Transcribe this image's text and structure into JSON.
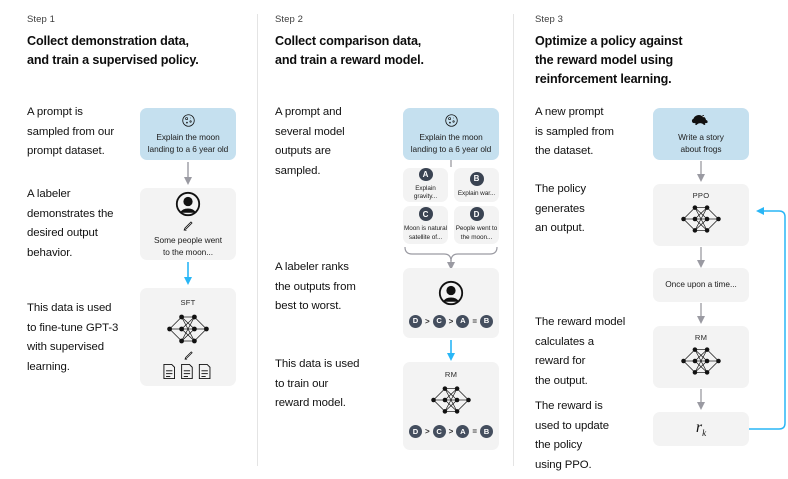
{
  "diagram": {
    "title": "InstructGPT / RLHF three-step training diagram",
    "accent_blue": "#29b6f6",
    "prompt_box_blue": "#c5e0ef",
    "card_gray": "#f3f3f3",
    "arrow_gray": "#9a9aa2",
    "divider_color": "#e4e4e4"
  },
  "columns": [
    {
      "step_label": "Step 1",
      "title": "Collect demonstration data,\nand train a supervised policy.",
      "paragraphs": [
        "A prompt is\nsampled from our\nprompt dataset.",
        "A labeler\ndemonstrates the\ndesired output\nbehavior.",
        "This data is used\nto fine-tune GPT-3\nwith supervised\nlearning."
      ],
      "cards": [
        {
          "kind": "prompt",
          "icon": "moon-icon",
          "caption": "Explain the moon\nlanding to a 6 year old"
        },
        {
          "kind": "labeler",
          "icon": "person-icon",
          "secondary_icon": "pencil-icon",
          "caption": "Some people went\nto the moon..."
        },
        {
          "kind": "model",
          "net_label": "SFT",
          "icon": "neural-net-icon",
          "secondary_icon": "pencil-icon",
          "tertiary_icon": "documents-icon"
        }
      ],
      "arrows": [
        {
          "color": "gray"
        },
        {
          "color": "blue"
        }
      ]
    },
    {
      "step_label": "Step 2",
      "title": "Collect comparison data,\nand train a reward model.",
      "paragraphs": [
        "A prompt and\nseveral model\noutputs are\nsampled.",
        "A labeler ranks\nthe outputs from\nbest to worst.",
        "This data is used\nto train our\nreward model."
      ],
      "cards": [
        {
          "kind": "prompt",
          "icon": "moon-icon",
          "caption": "Explain the moon\nlanding to a 6 year old"
        },
        {
          "kind": "samples",
          "samples": [
            {
              "letter": "A",
              "caption": "Explain gravity..."
            },
            {
              "letter": "B",
              "caption": "Explain war..."
            },
            {
              "letter": "C",
              "caption": "Moon is natural\nsatellite of..."
            },
            {
              "letter": "D",
              "caption": "People went to\nthe moon..."
            }
          ]
        },
        {
          "kind": "labeler-rank",
          "icon": "person-icon",
          "ranking": [
            "D",
            ">",
            "C",
            ">",
            "A",
            "=",
            "B"
          ]
        },
        {
          "kind": "reward-model",
          "net_label": "RM",
          "icon": "neural-net-icon",
          "ranking": [
            "D",
            ">",
            "C",
            ">",
            "A",
            "=",
            "B"
          ]
        }
      ],
      "arrows": [
        {
          "color": "gray"
        },
        {
          "color": "gray",
          "style": "brace"
        },
        {
          "color": "blue"
        }
      ]
    },
    {
      "step_label": "Step 3",
      "title": "Optimize a policy against\nthe reward model using\nreinforcement learning.",
      "paragraphs": [
        "A new prompt\nis sampled from\nthe dataset.",
        "The policy\ngenerates\nan output.",
        "The reward model\ncalculates a\nreward for\nthe output.",
        "The reward is\nused to update\nthe policy\nusing PPO."
      ],
      "cards": [
        {
          "kind": "prompt",
          "icon": "frog-icon",
          "caption": "Write a story\nabout frogs"
        },
        {
          "kind": "model",
          "net_label": "PPO",
          "icon": "neural-net-icon"
        },
        {
          "kind": "text-output",
          "caption": "Once upon a time..."
        },
        {
          "kind": "reward-model",
          "net_label": "RM",
          "icon": "neural-net-icon"
        },
        {
          "kind": "reward-value",
          "value": "r",
          "subscript": "k"
        }
      ],
      "arrows": [
        {
          "color": "gray"
        },
        {
          "color": "gray"
        },
        {
          "color": "gray"
        },
        {
          "color": "gray"
        },
        {
          "color": "blue",
          "style": "feedback-loop"
        }
      ]
    }
  ]
}
